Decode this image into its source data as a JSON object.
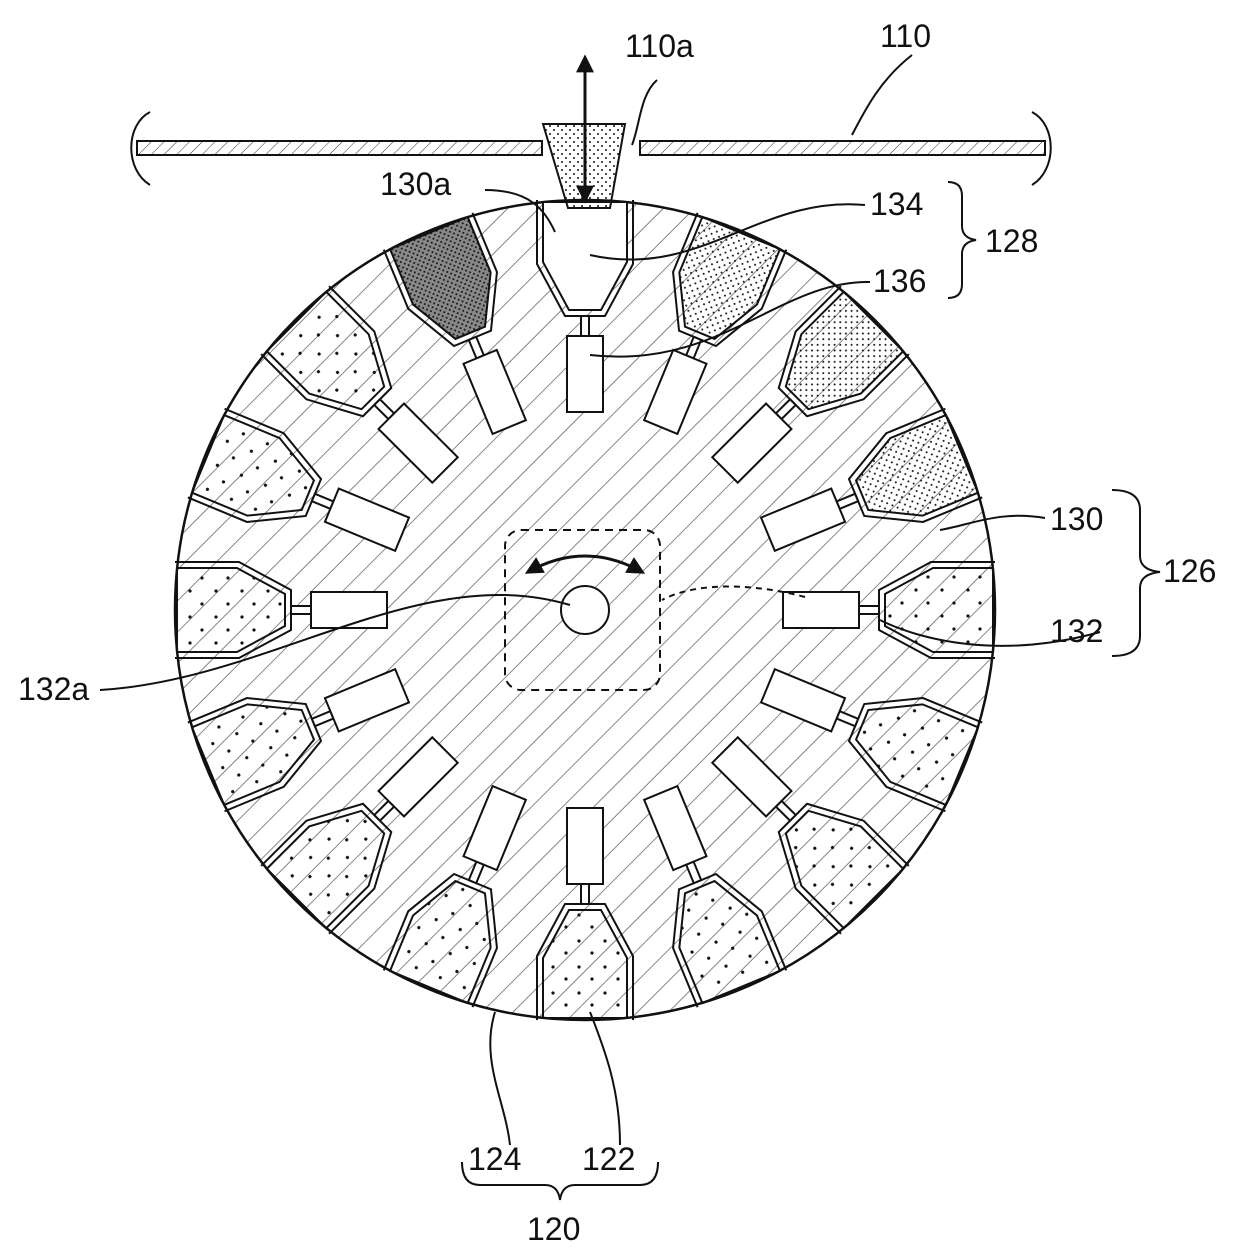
{
  "figure": {
    "labels": {
      "plate": "110",
      "plate_opening": "110a",
      "holder": "130a",
      "rod": "134",
      "actuator": "136",
      "module_group": "128",
      "disc_body": "130",
      "drive_unit": "132",
      "assembly": "126",
      "shaft": "132a",
      "rim": "124",
      "cup": "122",
      "carousel": "120"
    },
    "station_count": 16,
    "rotation": "bidirectional",
    "colors": {
      "line": "#111111",
      "hatch": "#555555",
      "fill_light": "#ffffff",
      "fill_dark": "#777777"
    }
  }
}
